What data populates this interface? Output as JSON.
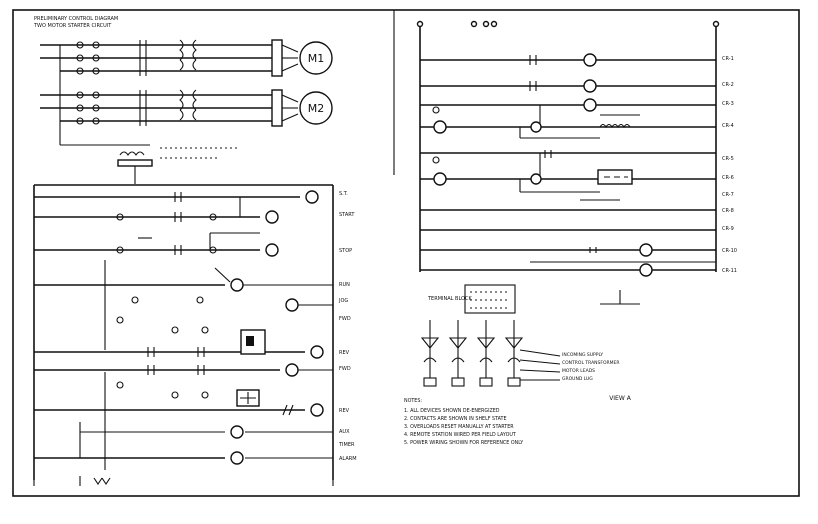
{
  "sheet": {
    "title": "PRELIMINARY CONTROL DIAGRAM",
    "subtitle": "TWO MOTOR STARTER CIRCUIT"
  },
  "power": {
    "motor1": "M1",
    "motor2": "M2"
  },
  "rung_labels_left": [
    "S.T.",
    "START",
    "STOP",
    "RUN",
    "JOG",
    "FWD",
    "REV",
    "FWD",
    "REV",
    "AUX",
    "TIMER",
    "ALARM"
  ],
  "rung_labels_right": [
    "CR-1",
    "CR-2",
    "CR-3",
    "CR-4",
    "CR-5",
    "CR-6",
    "CR-7",
    "CR-8",
    "CR-9",
    "CR-10",
    "CR-11"
  ],
  "notes": {
    "heading": "NOTES:",
    "lines": [
      "1. ALL DEVICES SHOWN DE-ENERGIZED",
      "2. CONTACTS ARE SHOWN IN SHELF STATE",
      "3. OVERLOADS RESET MANUALLY AT STARTER",
      "4. REMOTE STATION WIRED PER FIELD LAYOUT",
      "5. POWER WIRING SHOWN FOR REFERENCE ONLY"
    ]
  },
  "detail": {
    "title": "TERMINAL BLOCK",
    "view_label": "VIEW A",
    "callouts": [
      "INCOMING SUPPLY",
      "CONTROL TRANSFORMER",
      "MOTOR LEADS",
      "GROUND LUG"
    ]
  },
  "colors": {
    "ink": "#111111",
    "paper": "#ffffff"
  }
}
